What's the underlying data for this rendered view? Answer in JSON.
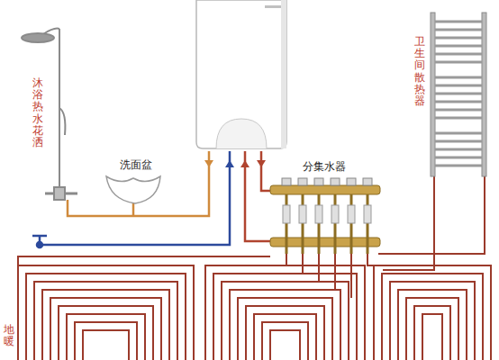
{
  "diagram": {
    "labels": [
      "沐浴热水花洒",
      "洗面盆",
      "分集水器",
      "卫生间散热器",
      "地暖"
    ]
  }
}
